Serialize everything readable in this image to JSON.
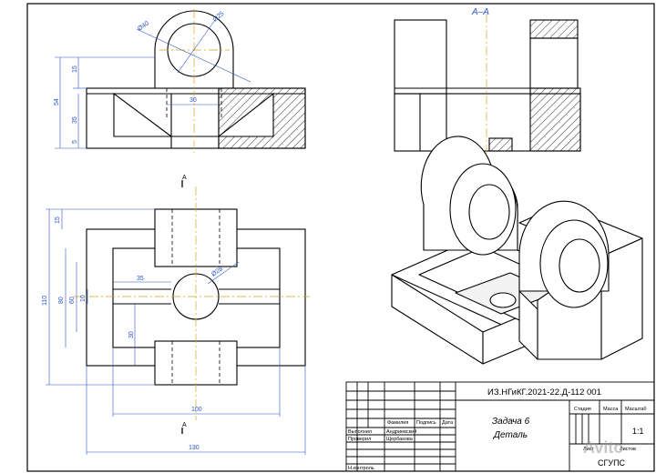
{
  "section_label": "A–A",
  "cut_mark": "A",
  "dimensions": {
    "front": {
      "dia_outer": "Ø40",
      "dia_inner": "Ø25",
      "slot_width": "30",
      "h_15": "15",
      "h_54": "54",
      "h_35": "35",
      "h_5": "5"
    },
    "top": {
      "h_15": "15",
      "h_110": "110",
      "h_80": "80",
      "h_60": "60",
      "h_10": "10",
      "len_35": "35",
      "dia_hole": "Ø28",
      "h_30": "30",
      "w_100": "100",
      "w_130": "130"
    }
  },
  "title_block": {
    "designation": "ИЗ.НГиКГ.2021-22.Д-112 001",
    "task": "Задача 6",
    "part": "Деталь",
    "org": "СГУПС",
    "scale": "1:1",
    "headers": {
      "surname": "Фамилия",
      "signature": "Подпись",
      "date": "Дата",
      "stage": "Стадия",
      "mass": "Масса",
      "scale": "Масштаб",
      "sheet": "Лист",
      "sheets": "Листов"
    },
    "rows": [
      {
        "role": "Выполнил",
        "name": "Андриевский"
      },
      {
        "role": "Проверил",
        "name": "Щербакова"
      },
      {
        "role": "Н.контроль",
        "name": ""
      }
    ]
  },
  "watermark": "Avito"
}
